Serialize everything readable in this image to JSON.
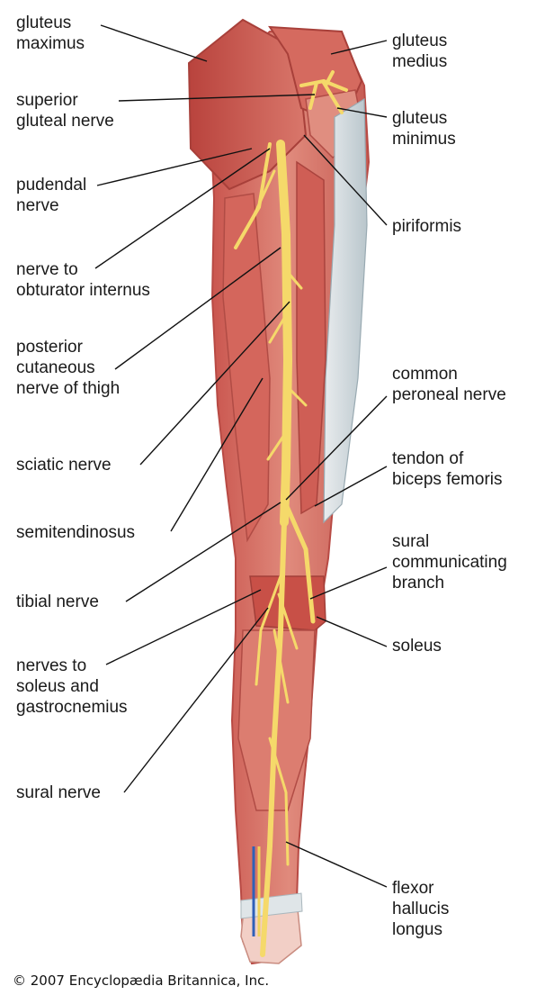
{
  "labels": {
    "gluteus_maximus": [
      "gluteus",
      "maximus"
    ],
    "gluteus_medius": [
      "gluteus",
      "medius"
    ],
    "superior_gluteal_nerve": [
      "superior",
      "gluteal nerve"
    ],
    "gluteus_minimus": [
      "gluteus",
      "minimus"
    ],
    "pudendal_nerve": [
      "pudendal",
      "nerve"
    ],
    "piriformis": [
      "piriformis"
    ],
    "nerve_to_obturator_internus": [
      "nerve to",
      "obturator internus"
    ],
    "posterior_cutaneous_nerve": [
      "posterior",
      "cutaneous",
      "nerve of thigh"
    ],
    "common_peroneal_nerve": [
      "common",
      "peroneal nerve"
    ],
    "sciatic_nerve": [
      "sciatic nerve"
    ],
    "tendon_biceps_femoris": [
      "tendon of",
      "biceps femoris"
    ],
    "semitendinosus": [
      "semitendinosus"
    ],
    "sural_communicating_branch": [
      "sural",
      "communicating",
      "branch"
    ],
    "tibial_nerve": [
      "tibial nerve"
    ],
    "soleus": [
      "soleus"
    ],
    "nerves_to_soleus": [
      "nerves to",
      "soleus and",
      "gastrocnemius"
    ],
    "sural_nerve": [
      "sural nerve"
    ],
    "flexor_hallucis_longus": [
      "flexor",
      "hallucis",
      "longus"
    ]
  },
  "copyright": "© 2007 Encyclopædia Britannica, Inc."
}
